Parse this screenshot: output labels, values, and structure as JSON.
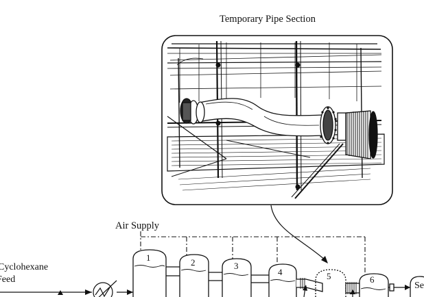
{
  "title": "Temporary Pipe Section",
  "air_supply_label": "Air Supply",
  "feed_label": {
    "line1": "Cyclohexane",
    "line2": "Feed"
  },
  "reactors": [
    {
      "number": "1"
    },
    {
      "number": "2"
    },
    {
      "number": "3"
    },
    {
      "number": "4"
    },
    {
      "number": "5"
    },
    {
      "number": "6"
    }
  ],
  "separator_label": "Se",
  "colors": {
    "line": "#111111",
    "background": "#ffffff"
  },
  "icons": [
    "heat-exchanger-icon",
    "valve-icon",
    "scaffold-pipe-illustration"
  ]
}
